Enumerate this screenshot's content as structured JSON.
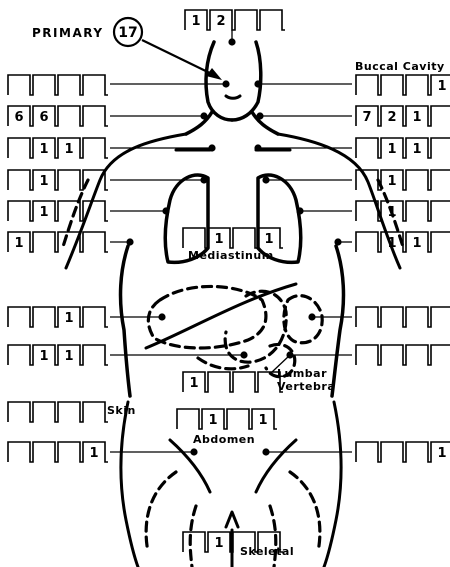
{
  "primary": {
    "label": "PRIMARY",
    "count": "17"
  },
  "labels": {
    "buccal": "Buccal Cavity",
    "mediastinum": "Mediastinum",
    "lumbar_1": "Lumbar",
    "lumbar_2": "Vertebra",
    "skin": "Skin",
    "abdomen": "Abdomen",
    "skeletal": "Skeletal"
  },
  "sites": {
    "head": [
      "1",
      "2",
      "",
      ""
    ],
    "l_row1": [
      "",
      "",
      "",
      ""
    ],
    "r_row1": [
      "",
      "",
      "",
      "1"
    ],
    "l_row2": [
      "6",
      "6",
      "",
      ""
    ],
    "r_row2": [
      "7",
      "2",
      "1",
      ""
    ],
    "l_row3": [
      "",
      "1",
      "1",
      ""
    ],
    "r_row3": [
      "",
      "1",
      "1",
      ""
    ],
    "l_row4": [
      "",
      "1",
      "",
      ""
    ],
    "r_row4": [
      "",
      "1",
      "",
      ""
    ],
    "l_row5": [
      "",
      "1",
      "",
      ""
    ],
    "r_row5": [
      "",
      "1",
      "",
      ""
    ],
    "l_row6": [
      "1",
      "",
      "",
      ""
    ],
    "r_row6": [
      "",
      "1",
      "1",
      ""
    ],
    "mediastinum": [
      "",
      "1",
      "",
      "1"
    ],
    "l_row7": [
      "",
      "",
      "1",
      ""
    ],
    "r_row7": [
      "",
      "",
      "",
      ""
    ],
    "l_row8": [
      "",
      "1",
      "1",
      ""
    ],
    "r_row8": [
      "",
      "",
      "",
      ""
    ],
    "lumbar": [
      "1",
      "",
      "",
      ""
    ],
    "skin": [
      "",
      "",
      "",
      ""
    ],
    "abdomen": [
      "",
      "1",
      "",
      "1"
    ],
    "l_row9": [
      "",
      "",
      "",
      "1"
    ],
    "r_row9": [
      "",
      "",
      "",
      "1"
    ],
    "skeletal": [
      "",
      "1",
      "",
      ""
    ]
  },
  "colors": {
    "ink": "#000000",
    "paper": "#ffffff"
  }
}
